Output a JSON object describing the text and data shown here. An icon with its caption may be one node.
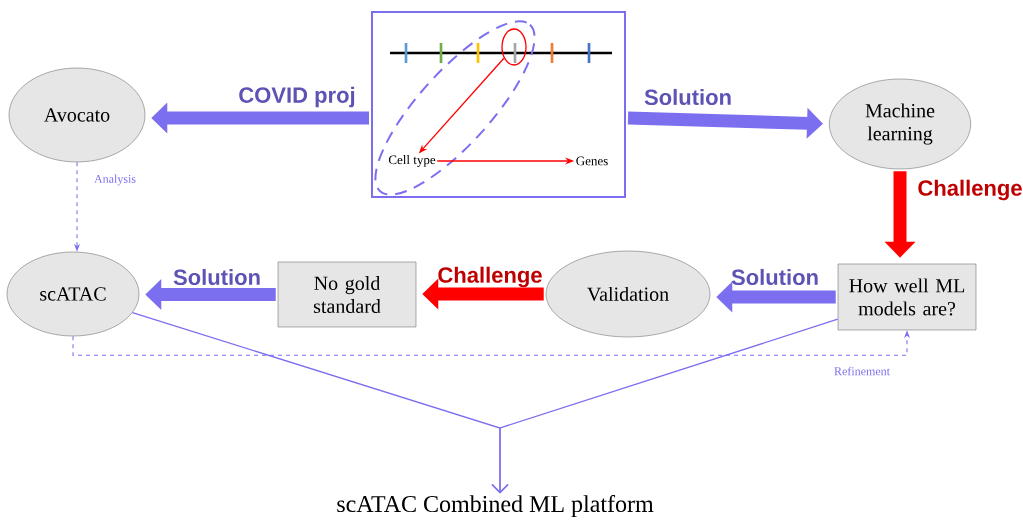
{
  "diagram": {
    "nodes": [
      {
        "text": [
          "Avocato"
        ]
      },
      {
        "text": [],
        "shape": "box"
      },
      {
        "text": [],
        "shape": "circle",
        "in": 1
      },
      {
        "text": [
          "Cell type"
        ],
        "in": 1
      },
      {
        "text": [
          "Genes"
        ],
        "in": 1
      },
      {
        "text": [
          "Machine learning"
        ]
      },
      {
        "text": [
          "scATAC"
        ]
      },
      {
        "text": [
          "No gold standard"
        ]
      },
      {
        "text": [
          "Validation"
        ]
      },
      {
        "text": [
          "How well ML models are?"
        ]
      },
      {
        "text": [
          "scATAC Combined ML platform"
        ]
      }
    ],
    "edges": [
      {
        "from": 1,
        "to": 0,
        "arrow": "to",
        "label": "COVID proj",
        "style": "thick"
      },
      {
        "from": 1,
        "to": 5,
        "arrow": "to",
        "label": "Solution",
        "style": "thick"
      },
      {
        "from": 2,
        "to": 3,
        "arrow": "to",
        "color": "#ff0000"
      },
      {
        "from": 3,
        "to": 4,
        "arrow": "to",
        "color": "#ff0000"
      },
      {
        "from": 5,
        "to": 9,
        "arrow": "to",
        "label": "Challenge",
        "style": "thick",
        "color": "#ff0000"
      },
      {
        "from": 9,
        "to": 8,
        "arrow": "to",
        "label": "Solution",
        "style": "thick"
      },
      {
        "from": 8,
        "to": 7,
        "arrow": "to",
        "label": "Challenge",
        "style": "thick",
        "color": "#ff0000"
      },
      {
        "from": 7,
        "to": 6,
        "arrow": "to",
        "label": "Solution",
        "style": "thick"
      },
      {
        "from": 0,
        "to": 6,
        "arrow": "to",
        "label": "Analysis",
        "style": "dashed"
      },
      {
        "from": 6,
        "to": 9,
        "arrow": "to",
        "label": "Refinement",
        "style": "dashed"
      },
      {
        "from": 6,
        "to": 10,
        "arrow": "to"
      },
      {
        "from": 9,
        "to": 10,
        "arrow": "to"
      }
    ]
  }
}
